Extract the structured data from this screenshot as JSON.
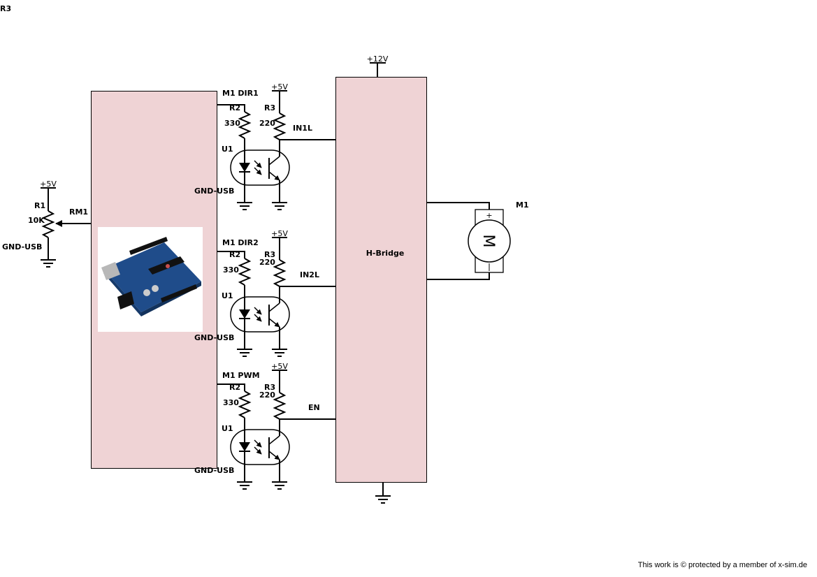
{
  "corner_label": "R3",
  "footer": "This work is © protected by a member of x-sim.de",
  "arduino": {
    "name": "arduino-board",
    "image": "arduino-uno-photo"
  },
  "hbridge": {
    "label": "H-Bridge",
    "supply": "+12V"
  },
  "pot": {
    "ref": "R1",
    "value": "10K",
    "supply": "+5V",
    "gnd": "GND-USB",
    "net": "RM1"
  },
  "motor": {
    "ref": "M1",
    "symbol": "M",
    "plus": "+",
    "minus": "-"
  },
  "channels": [
    {
      "signal": "M1 DIR1",
      "r2_ref": "R2",
      "r2_val": "330",
      "r3_ref": "R3",
      "r3_val": "220",
      "supply": "+5V",
      "u_ref": "U1",
      "gnd": "GND-USB",
      "output": "IN1L"
    },
    {
      "signal": "M1 DIR2",
      "r2_ref": "R2",
      "r2_val": "330",
      "r3_ref": "R3",
      "r3_val": "220",
      "supply": "+5V",
      "u_ref": "U1",
      "gnd": "GND-USB",
      "output": "IN2L"
    },
    {
      "signal": "M1 PWM",
      "r2_ref": "R2",
      "r2_val": "330",
      "r3_ref": "R3",
      "r3_val": "220",
      "supply": "+5V",
      "u_ref": "U1",
      "gnd": "GND-USB",
      "output": "EN"
    }
  ],
  "colors": {
    "block_fill": "#efd3d5",
    "wire": "#000000"
  }
}
